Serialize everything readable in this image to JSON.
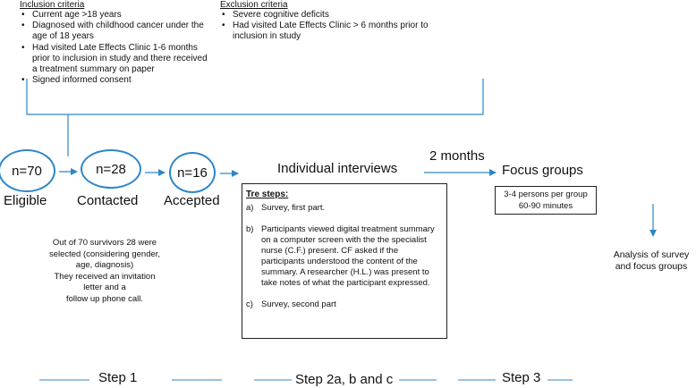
{
  "inclusion": {
    "title": "Inclusion criteria",
    "items": [
      "Current age >18 years",
      "Diagnosed with childhood cancer under the age of 18 years",
      "Had visited Late Effects Clinic 1-6 months prior to inclusion in study and there received a treatment summary on paper",
      "Signed informed consent"
    ]
  },
  "exclusion": {
    "title": "Exclusion criteria",
    "items": [
      "Severe cognitive deficits",
      "Had visited Late Effects Clinic > 6 months prior to inclusion in study"
    ]
  },
  "stages": {
    "eligible": {
      "count": "n=70",
      "label": "Eligible"
    },
    "contacted": {
      "count": "n=28",
      "label": "Contacted"
    },
    "accepted": {
      "count": "n=16",
      "label": "Accepted"
    }
  },
  "interviews": {
    "title": "Individual interviews",
    "steps_title": "Tre steps:",
    "steps": [
      {
        "label": "a)",
        "text": "Survey, first part."
      },
      {
        "label": "b)",
        "text": "Participants viewed digital treatment summary on a computer screen  with the the specialist nurse (C.F.) present. CF asked if the participants understood the content of the summary. A researcher (H.L.) was present to take notes of what the participant expressed."
      },
      {
        "label": "c)",
        "text": "Survey, second part"
      }
    ]
  },
  "interval": "2 months",
  "focus": {
    "title": "Focus groups",
    "line1": "3-4 persons per group",
    "line2": "60-90 minutes"
  },
  "analysis": {
    "line1": "Analysis of survey",
    "line2": "and focus groups"
  },
  "note": {
    "line1": "Out of 70 survivors 28 were",
    "line2": "selected  (considering gender,",
    "line3": "age, diagnosis)",
    "line4": "They received an invitation",
    "line5": "letter and a",
    "line6": "follow up phone call."
  },
  "footer": {
    "step1": "Step 1",
    "step2": "Step 2a, b and c",
    "step3": "Step 3"
  },
  "colors": {
    "accent": "#2e86c8",
    "text": "#111111"
  }
}
